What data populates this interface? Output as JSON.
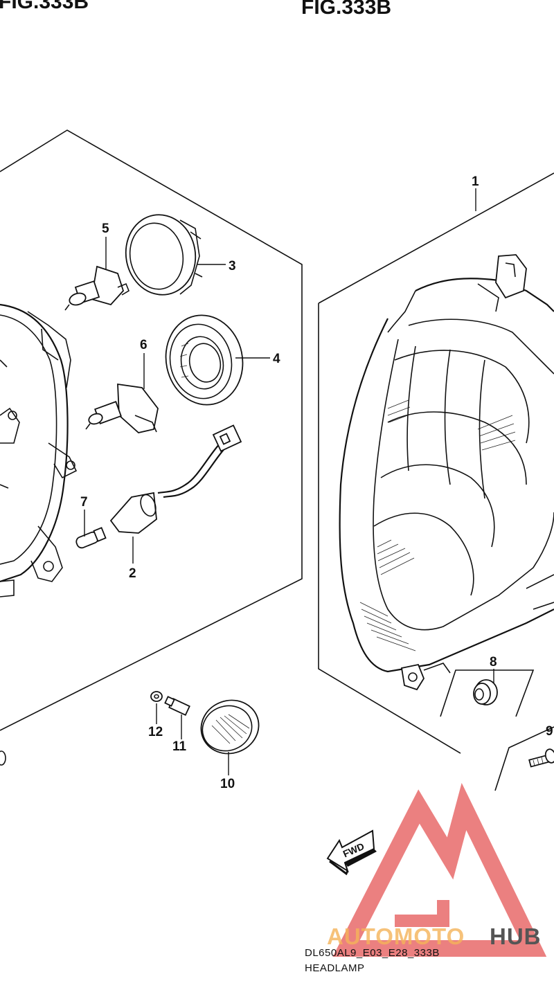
{
  "figure": {
    "title_left": "FIG.333B",
    "title_right": "FIG.333B"
  },
  "parts": [
    {
      "num": "1"
    },
    {
      "num": "2"
    },
    {
      "num": "3"
    },
    {
      "num": "4"
    },
    {
      "num": "5"
    },
    {
      "num": "6"
    },
    {
      "num": "7"
    },
    {
      "num": "8"
    },
    {
      "num": "9"
    },
    {
      "num": "10"
    },
    {
      "num": "11"
    },
    {
      "num": "12"
    }
  ],
  "direction_arrow": {
    "label": "FWD"
  },
  "footer": {
    "code": "DL650AL9_E03_E28_333B",
    "name": "HEADLAMP"
  },
  "watermark": {
    "part_a": "AUTOMOTO",
    "part_b": "HUB",
    "color_a": "#f5b45a",
    "color_b": "#555555",
    "logo_color": "#e86a6a"
  }
}
